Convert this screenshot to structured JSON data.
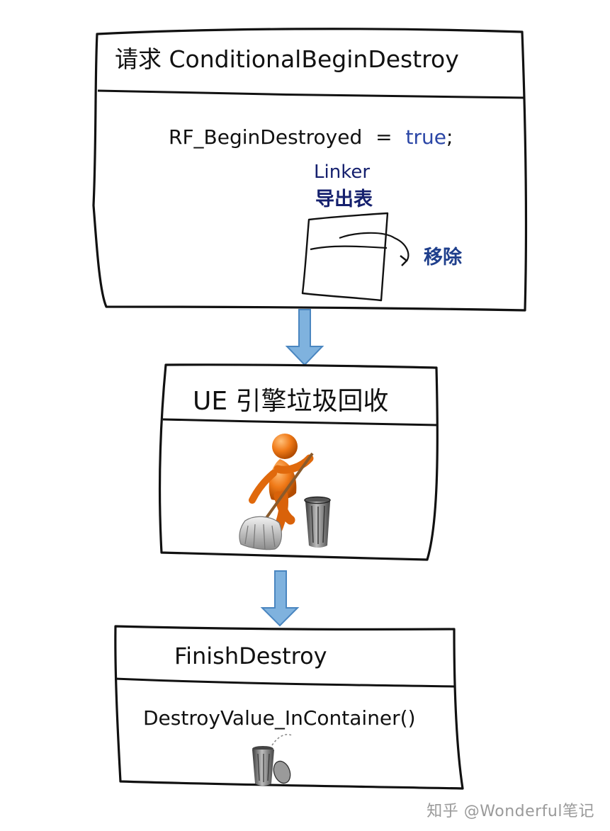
{
  "box1": {
    "title": "请求 ConditionalBeginDestroy",
    "flag_name": "RF_BeginDestroyed",
    "flag_eq": "=",
    "flag_value": "true",
    "flag_semicolon": ";",
    "linker_line1": "Linker",
    "linker_line2": "导出表",
    "remove_label": "移除"
  },
  "box2": {
    "title": "UE 引擎垃圾回收"
  },
  "box3": {
    "title": "FinishDestroy",
    "call": "DestroyValue_InContainer()"
  },
  "watermark": "知乎 @Wonderful笔记",
  "colors": {
    "arrow_fill": "#7fb2de",
    "arrow_stroke": "#4a86c0",
    "true_keyword": "#2b46a6",
    "linker_text": "#15206e",
    "remove_text": "#1f3f8c",
    "figure_orange": "#f07a18"
  }
}
